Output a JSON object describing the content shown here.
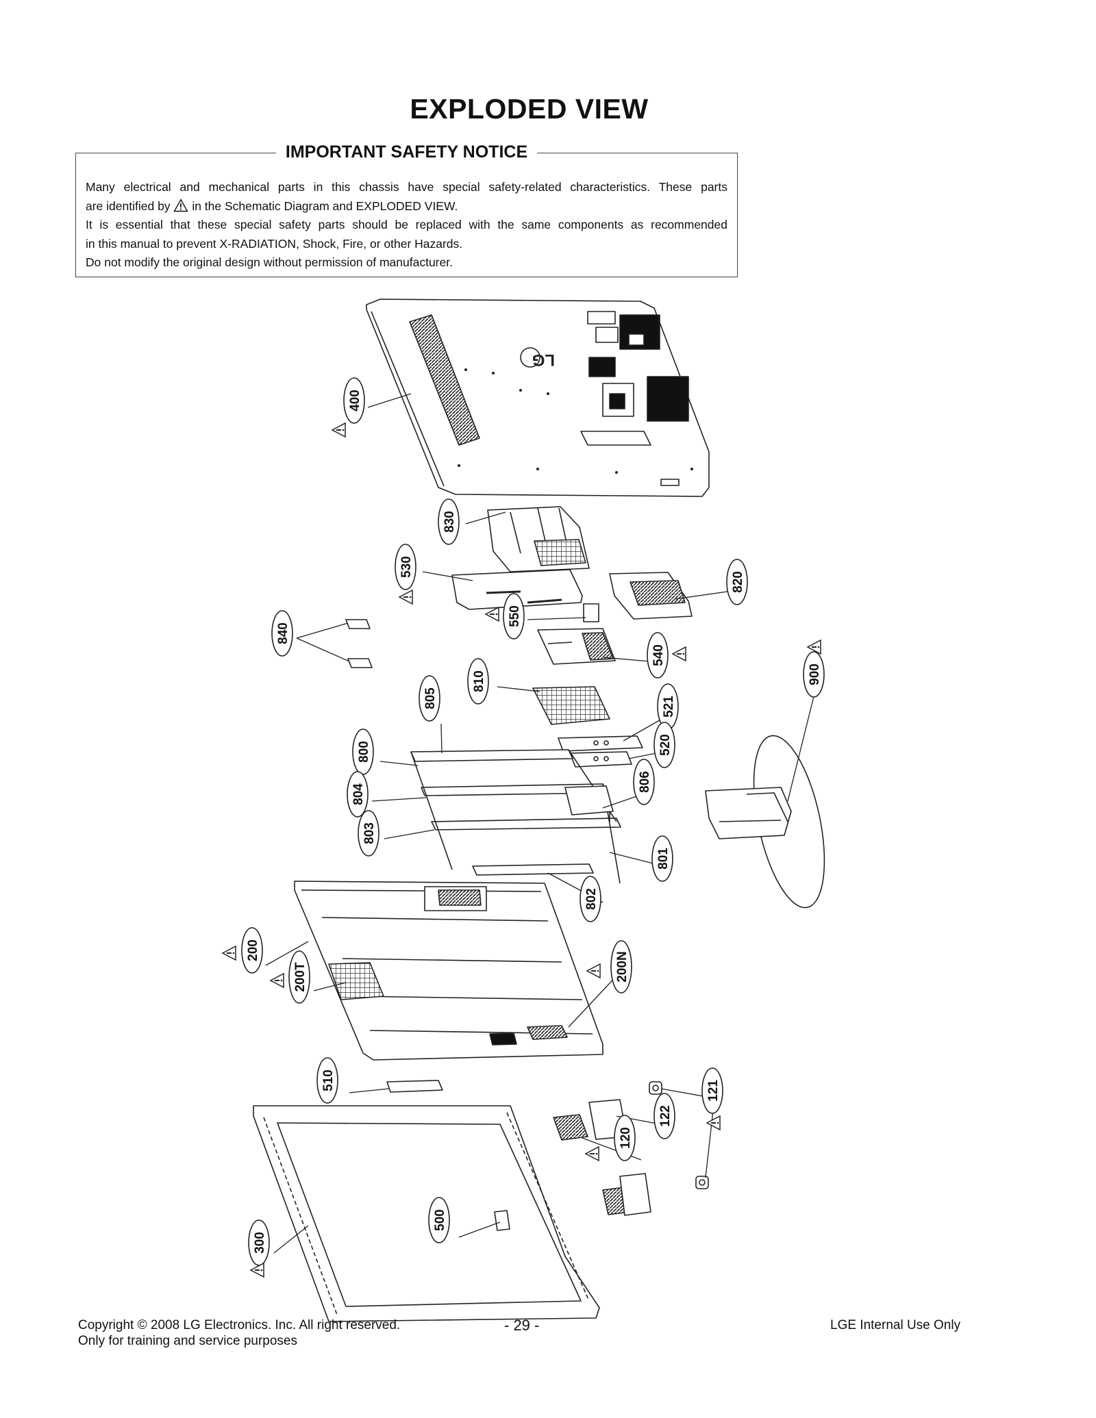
{
  "page_title": "EXPLODED VIEW",
  "notice": {
    "heading": "IMPORTANT SAFETY NOTICE",
    "line1": "Many electrical and mechanical parts in this chassis have special safety-related characteristics. These parts",
    "line2_a": "are identified by",
    "line2_b": "in the Schematic Diagram and EXPLODED VIEW.",
    "line3": "It is essential that these special safety parts should be replaced with the same components as recommended",
    "line4": "in this manual to prevent X-RADIATION, Shock, Fire, or other Hazards.",
    "line5": "Do not modify the original design without permission of manufacturer."
  },
  "diagram": {
    "logo_text": "LG",
    "callouts": [
      {
        "label": "400",
        "safety": true
      },
      {
        "label": "830",
        "safety": false
      },
      {
        "label": "530",
        "safety": true
      },
      {
        "label": "820",
        "safety": false
      },
      {
        "label": "550",
        "safety": true
      },
      {
        "label": "840",
        "safety": false
      },
      {
        "label": "540",
        "safety": true
      },
      {
        "label": "810",
        "safety": false
      },
      {
        "label": "900",
        "safety": true
      },
      {
        "label": "805",
        "safety": false
      },
      {
        "label": "521",
        "safety": false
      },
      {
        "label": "800",
        "safety": false
      },
      {
        "label": "520",
        "safety": false
      },
      {
        "label": "804",
        "safety": false
      },
      {
        "label": "806",
        "safety": false
      },
      {
        "label": "803",
        "safety": false
      },
      {
        "label": "801",
        "safety": false
      },
      {
        "label": "802",
        "safety": false
      },
      {
        "label": "200",
        "safety": true
      },
      {
        "label": "200T",
        "safety": true
      },
      {
        "label": "200N",
        "safety": true
      },
      {
        "label": "510",
        "safety": false
      },
      {
        "label": "121",
        "safety": true
      },
      {
        "label": "122",
        "safety": false
      },
      {
        "label": "120",
        "safety": true
      },
      {
        "label": "500",
        "safety": false
      },
      {
        "label": "300",
        "safety": true
      }
    ]
  },
  "footer": {
    "copyright_line1": "Copyright © 2008 LG Electronics. Inc. All right reserved.",
    "copyright_line2": "Only for training and service purposes",
    "page_number": "- 29 -",
    "internal": "LGE Internal Use Only"
  }
}
